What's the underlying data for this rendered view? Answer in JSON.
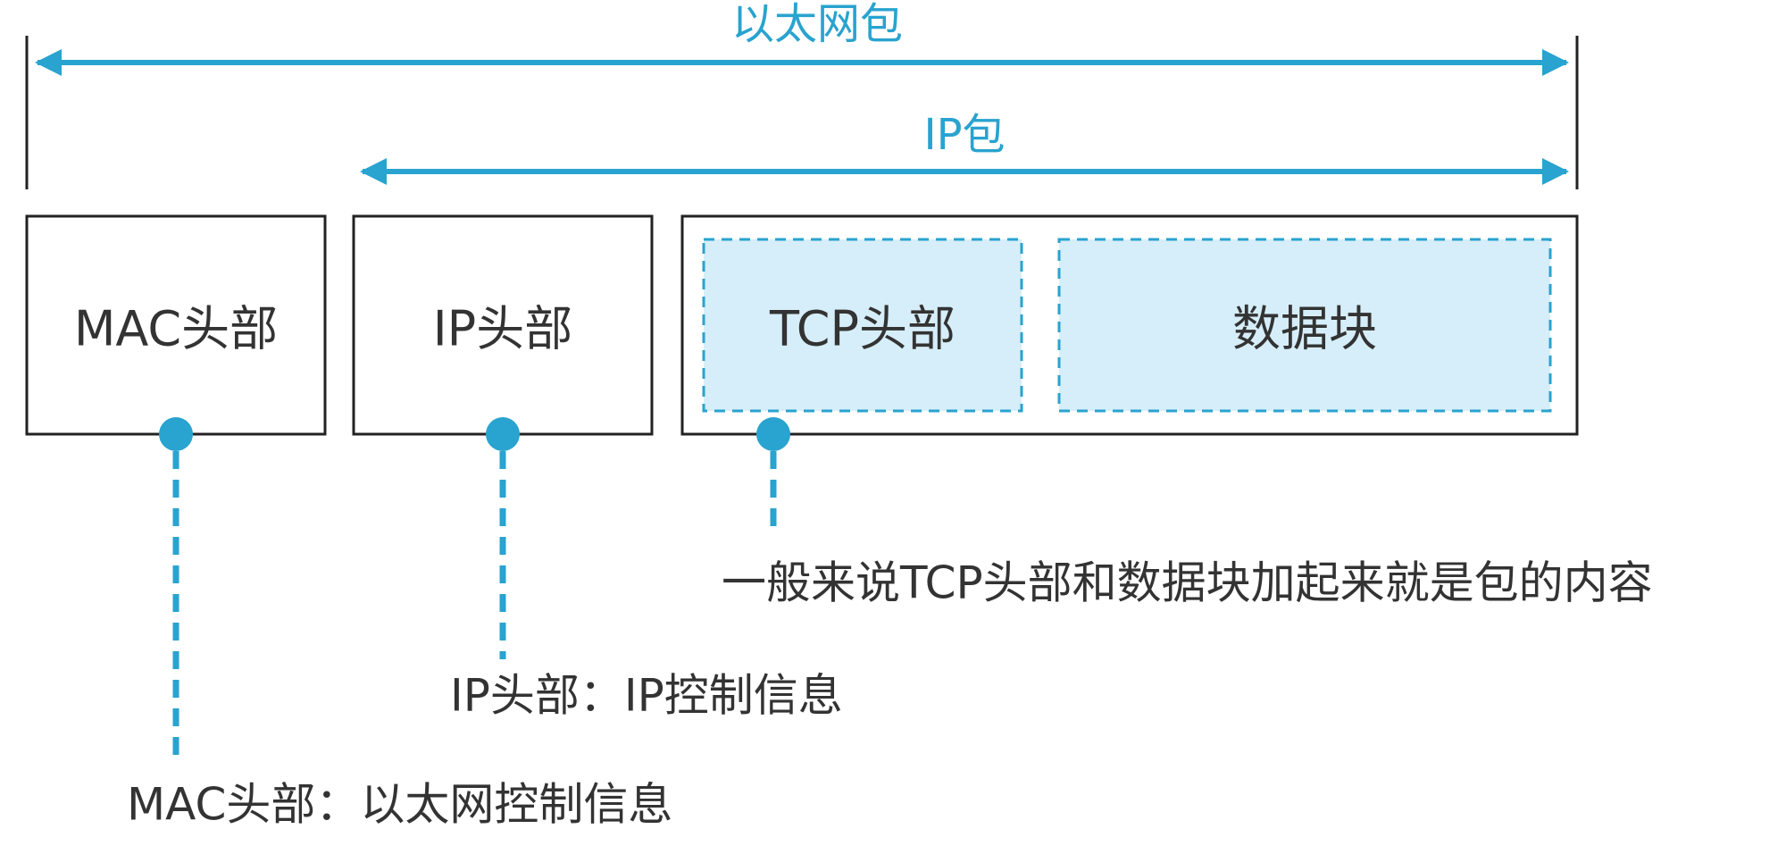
{
  "spans": {
    "ethernet_packet": "以太网包",
    "ip_packet": "IP包"
  },
  "boxes": {
    "mac_header": "MAC头部",
    "ip_header": "IP头部",
    "tcp_header": "TCP头部",
    "data_block": "数据块"
  },
  "notes": {
    "tcp_data": "一般来说TCP头部和数据块加起来就是包的内容",
    "ip_header": "IP头部：IP控制信息",
    "mac_header": "MAC头部：以太网控制信息"
  },
  "colors": {
    "accent": "#29a3cf",
    "border": "#222222",
    "highlight_fill": "#d6eef9",
    "text": "#333333"
  }
}
